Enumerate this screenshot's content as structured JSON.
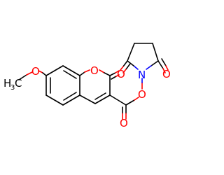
{
  "colors": {
    "bond": "#000000",
    "oxygen": "#ff0000",
    "nitrogen": "#0000ff",
    "background": "#ffffff"
  },
  "atoms": {
    "methyl_h": "H",
    "methyl_sub": "3",
    "methyl_c": "C",
    "methoxy_o": "O",
    "ring_o": "O",
    "lactone_carbonyl_o": "O",
    "imide_carbonyl_o_left": "O",
    "imide_n": "N",
    "imide_carbonyl_o_right": "O",
    "ester_o": "O",
    "ester_carbonyl_o": "O"
  }
}
